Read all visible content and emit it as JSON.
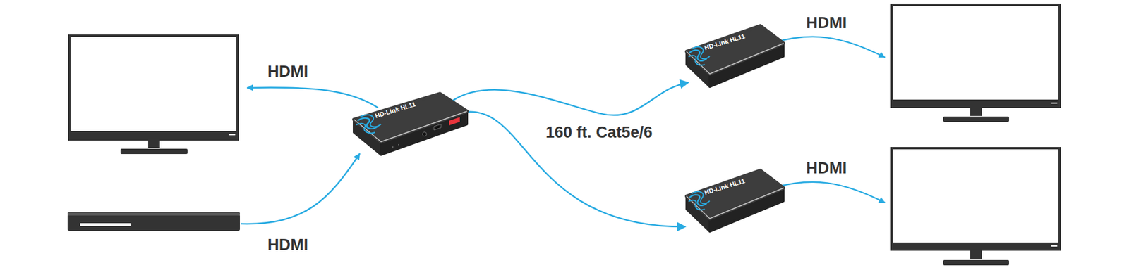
{
  "diagram": {
    "nodes": [
      {
        "text": [
          "HD-Link HL11"
        ]
      },
      {
        "text": [
          "HD-Link HL11"
        ]
      },
      {
        "text": [
          "HD-Link HL11"
        ]
      }
    ],
    "edges": [
      {
        "from": 0,
        "to": 1,
        "arrow": "to",
        "label": "160 ft. Cat5e/6"
      },
      {
        "from": 0,
        "to": 2,
        "arrow": "to"
      }
    ],
    "labels": [
      "HDMI",
      "HDMI",
      "HDMI",
      "HDMI"
    ]
  }
}
